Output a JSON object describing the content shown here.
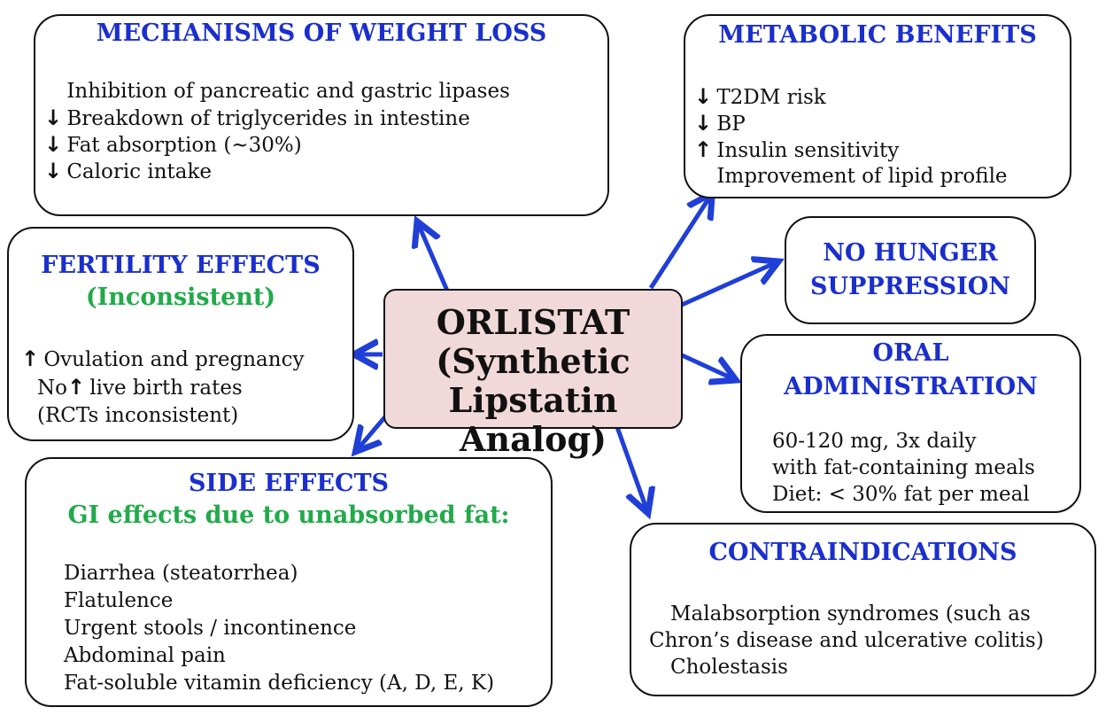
{
  "center": {
    "lines": [
      "ORLISTAT",
      "(Synthetic",
      "Lipstatin Analog)"
    ]
  },
  "mechanisms": {
    "title": "MECHANISMS OF WEIGHT LOSS",
    "items": [
      {
        "arrow": "",
        "text": "Inhibition of pancreatic and gastric lipases"
      },
      {
        "arrow": "↓",
        "text": "Breakdown of triglycerides in intestine"
      },
      {
        "arrow": "↓",
        "text": "Fat absorption (~30%)"
      },
      {
        "arrow": "↓",
        "text": "Caloric intake"
      }
    ]
  },
  "metabolic": {
    "title": "METABOLIC BENEFITS",
    "items": [
      {
        "arrow": "↓",
        "text": "T2DM risk"
      },
      {
        "arrow": "↓",
        "text": "BP"
      },
      {
        "arrow": "↑",
        "text": "Insulin sensitivity"
      },
      {
        "arrow": "",
        "text": "Improvement of lipid profile"
      }
    ]
  },
  "hunger": {
    "lines": [
      "NO HUNGER",
      "SUPPRESSION"
    ]
  },
  "fertility": {
    "title": "FERTILITY EFFECTS",
    "subtitle": "(Inconsistent)",
    "items": [
      {
        "arrow": "↑",
        "text": "Ovulation and pregnancy",
        "prefix": ""
      },
      {
        "arrow": "↑",
        "text": "live birth rates",
        "prefix": "No"
      },
      {
        "arrow": "",
        "text": "(RCTs inconsistent)",
        "prefix": ""
      }
    ]
  },
  "oral": {
    "lines": [
      "ORAL",
      "ADMINISTRATION"
    ],
    "items": [
      "60-120 mg, 3x daily",
      "with fat-containing meals",
      "Diet: < 30% fat per meal"
    ]
  },
  "side": {
    "title": "SIDE EFFECTS",
    "subtitle": "GI effects due to unabsorbed fat:",
    "items": [
      "Diarrhea (steatorrhea)",
      "Flatulence",
      "Urgent stools / incontinence",
      "Abdominal pain",
      "Fat-soluble vitamin deficiency  (A, D, E, K)"
    ]
  },
  "contra": {
    "title": "CONTRAINDICATIONS",
    "items": [
      "Malabsorption syndromes (such as",
      "Chron’s disease and ulcerative colitis)",
      "Cholestasis"
    ]
  },
  "colors": {
    "title_blue": "#1a2fcc",
    "green": "#22aa4a",
    "arrow_blue": "#1f3fd6",
    "center_fill": "#f2d9d9"
  }
}
